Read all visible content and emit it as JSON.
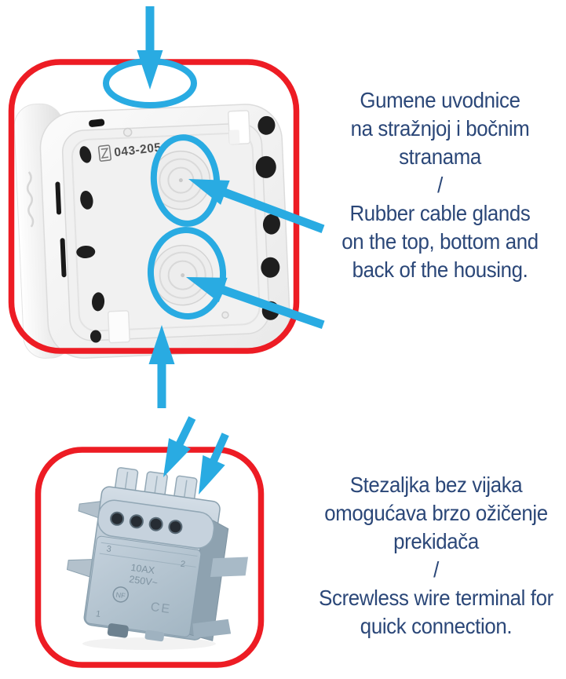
{
  "colors": {
    "accent_red": "#ED1C24",
    "accent_blue": "#29ABE2",
    "text_navy": "#2B4778",
    "box_plastic": "#F4F4F4",
    "terminal_plastic": "#B7C5D2"
  },
  "figure_top": {
    "alt": "back of surface-mount junction box housing",
    "product_code": "043-205"
  },
  "figure_bottom": {
    "alt": "screwless wire terminal block",
    "markings": {
      "terminal_3": "3",
      "terminal_2": "2",
      "terminal_1": "1",
      "rating": "10AX",
      "voltage": "250V~",
      "cert_nf": "NF",
      "cert_ce": "CE"
    }
  },
  "callout_top": {
    "hr_1": "Gumene uvodnice",
    "hr_2": "na stražnjoj i bočnim",
    "hr_3": "stranama",
    "sep": "/",
    "en_1": "Rubber cable glands",
    "en_2": "on the top, bottom and",
    "en_3": "back of the housing."
  },
  "callout_bottom": {
    "hr_1": "Stezaljka bez vijaka",
    "hr_2": "omogućava brzo ožičenje",
    "hr_3": "prekidača",
    "sep": "/",
    "en_1": "Screwless wire terminal for",
    "en_2": "quick connection."
  }
}
